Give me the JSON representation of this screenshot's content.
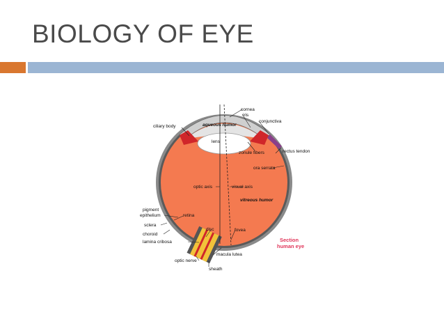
{
  "slide": {
    "title": "BIOLOGY OF EYE"
  },
  "diagram": {
    "labels": {
      "cornea": "cornea",
      "iris": "iris",
      "conjunctiva": "conjunctiva",
      "ciliary_body": "ciliary body",
      "aqueous_humor": "aqueous humor",
      "lens": "lens",
      "zonule_fibers": "zonule fibers",
      "rectus_tendon": "rectus tendon",
      "ora_serrata": "ora serrata",
      "optic_axis": "optic axis",
      "visual_axis": "visual axis",
      "vitreous_humor": "vitreous humor",
      "pigment": "pigment",
      "epithelium": "epithelium",
      "retina": "retina",
      "sclera": "sclera",
      "choroid": "choroid",
      "disc": "disc",
      "fovea": "fovea",
      "lamina_cribosa": "lamina cribosa",
      "macula_lutea": "macula lutea",
      "optic_nerve": "optic nerve",
      "sheath": "sheath",
      "section": "Section",
      "human_eye": "human eye"
    },
    "colors": {
      "vitreous": "#f47a50",
      "sclera": "#808080",
      "optic_nerve": "#f2c23a",
      "accent_bar": "#d9772f",
      "rule_bar": "#9bb5d3",
      "section_label": "#e0365a"
    }
  }
}
